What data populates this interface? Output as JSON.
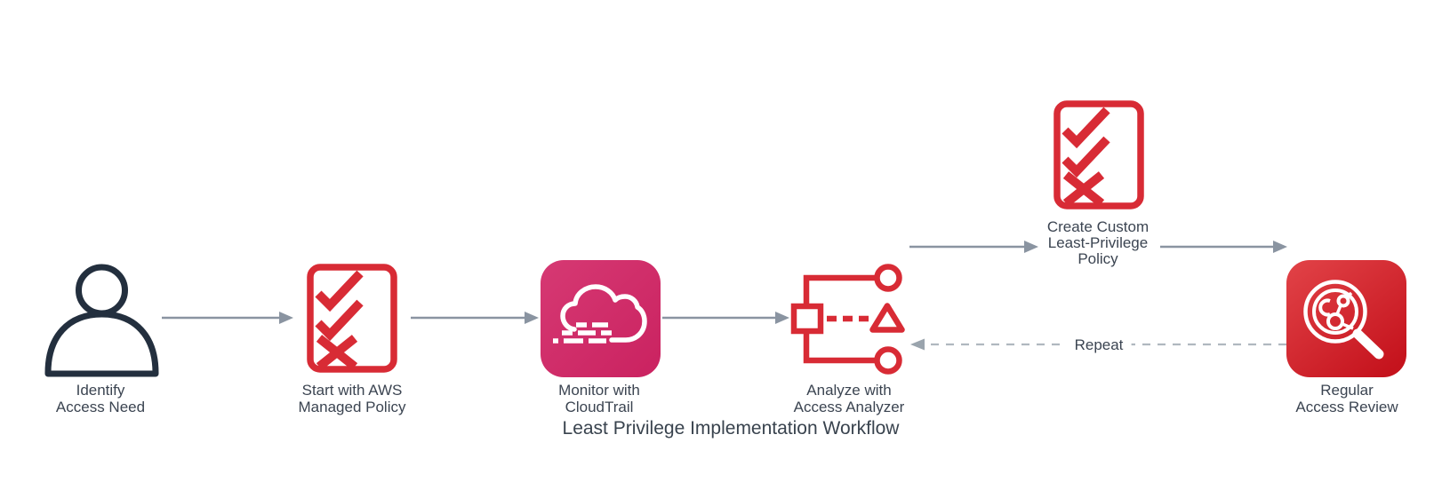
{
  "title": "Least Privilege Implementation Workflow",
  "nodes": {
    "identify": {
      "icon": "person-icon",
      "line1": "Identify",
      "line2": "Access Need"
    },
    "managed_policy": {
      "icon": "checklist-icon",
      "line1": "Start with AWS",
      "line2": "Managed Policy"
    },
    "cloudtrail": {
      "icon": "cloudtrail-icon",
      "line1": "Monitor with",
      "line2": "CloudTrail"
    },
    "analyzer": {
      "icon": "access-analyzer-icon",
      "line1": "Analyze with",
      "line2": "Access Analyzer"
    },
    "custom_policy": {
      "icon": "checklist-icon",
      "line1": "Create Custom",
      "line2": "Least-Privilege",
      "line3": "Policy"
    },
    "review": {
      "icon": "magnifier-review-icon",
      "line1": "Regular",
      "line2": "Access Review"
    }
  },
  "edges": {
    "repeat_label": "Repeat"
  },
  "colors": {
    "icon_red": "#D82B35",
    "cloudtrail_pink": "#D22D6A",
    "person_navy": "#232F3E",
    "arrow_gray": "#8A94A1",
    "repeat_dash_gray": "#B0B8BF",
    "repeat_arrowhead_gray": "#9AA4AD",
    "label_text": "#3B4451",
    "review_gradient_top": "#E24348",
    "review_gradient_bottom": "#C5131D"
  }
}
